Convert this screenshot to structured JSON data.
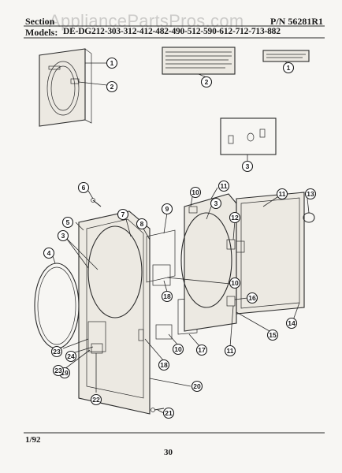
{
  "header": {
    "section": "Section",
    "part_number": "P/N 56281R1",
    "models_label": "Models:",
    "models": "DE-DG212-303-312-412-482-490-512-590-612-712-713-882"
  },
  "watermark": "AppliancePartsPros.com",
  "footer": {
    "date_code": "1/92",
    "page_number": "30"
  },
  "callouts": [
    "1",
    "2",
    "2",
    "1",
    "3",
    "6",
    "10",
    "11",
    "3",
    "11",
    "13",
    "12",
    "5",
    "7",
    "8",
    "9",
    "3",
    "4",
    "18",
    "10",
    "16",
    "14",
    "15",
    "23",
    "24",
    "10",
    "18",
    "17",
    "11",
    "19",
    "23",
    "20",
    "22",
    "21"
  ],
  "colors": {
    "ink": "#1b1b1b",
    "paper": "#f7f6f3",
    "watermark": "#969696"
  }
}
